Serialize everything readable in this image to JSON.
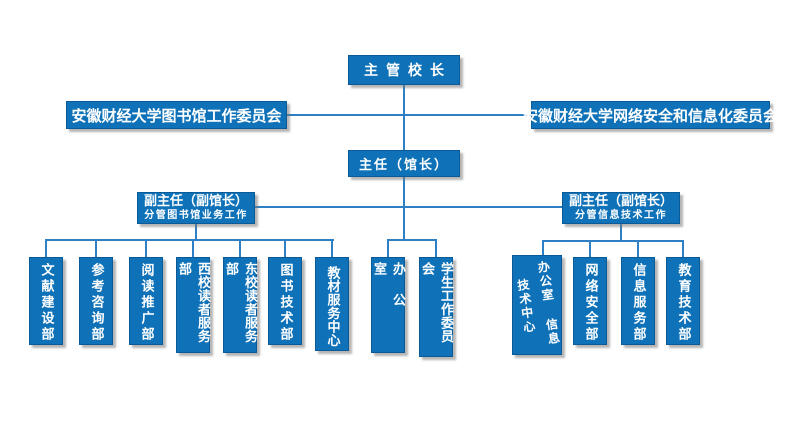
{
  "colors": {
    "box_fill": "#0f72b8",
    "box_border": "#0a5a97",
    "connector_line": "#2e80c4",
    "text": "#ffffff",
    "shadow": "#8f8f8f"
  },
  "nodes": {
    "president": {
      "label": "主管校长"
    },
    "committee_left": {
      "label": "安徽财经大学图书馆工作委员会"
    },
    "committee_right": {
      "label": "安徽财经大学网络安全和信息化委员会"
    },
    "director": {
      "label": "主任（馆长）"
    },
    "deputy_left": {
      "title": "副主任（副馆长）",
      "subtitle": "分管图书馆业务工作"
    },
    "deputy_right": {
      "title": "副主任（副馆长）",
      "subtitle": "分管信息技术工作"
    },
    "library_depts": [
      {
        "label": "文献建设部"
      },
      {
        "label": "参考咨询部"
      },
      {
        "label": "阅读推广部"
      },
      {
        "label": "西校读者服务部"
      },
      {
        "label": "东校读者服务部"
      },
      {
        "label": "图书技术部"
      },
      {
        "label": "教材服务中心"
      }
    ],
    "central_depts": [
      {
        "label": "办公室"
      },
      {
        "label": "学生工作委员会"
      }
    ],
    "it_depts": [
      {
        "col_right": "办公室",
        "col_left": "信息技术中心"
      },
      {
        "label": "网络安全部"
      },
      {
        "label": "信息服务部"
      },
      {
        "label": "教育技术部"
      }
    ]
  }
}
